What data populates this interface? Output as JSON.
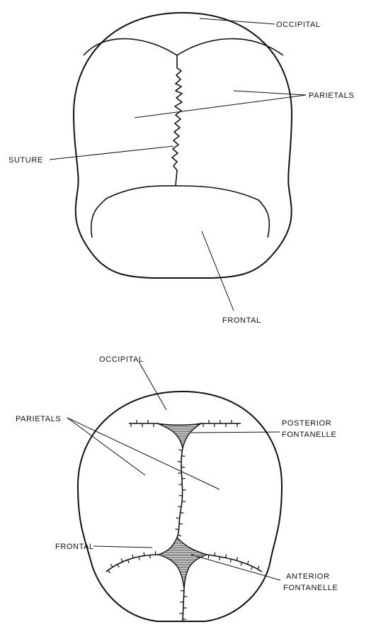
{
  "top_skull": {
    "labels": {
      "occipital": "OCCIPITAL",
      "parietals": "PARIETALS",
      "suture": "SUTURE",
      "frontal": "FRONTAL"
    }
  },
  "bottom_skull": {
    "labels": {
      "occipital": "OCCIPITAL",
      "parietals": "PARIETALS",
      "posterior_fontanelle_line1": "POSTERIOR",
      "posterior_fontanelle_line2": "FONTANELLE",
      "frontal": "FRONTAL",
      "anterior_fontanelle_line1": "ANTERIOR",
      "anterior_fontanelle_line2": "FONTANELLE"
    }
  }
}
